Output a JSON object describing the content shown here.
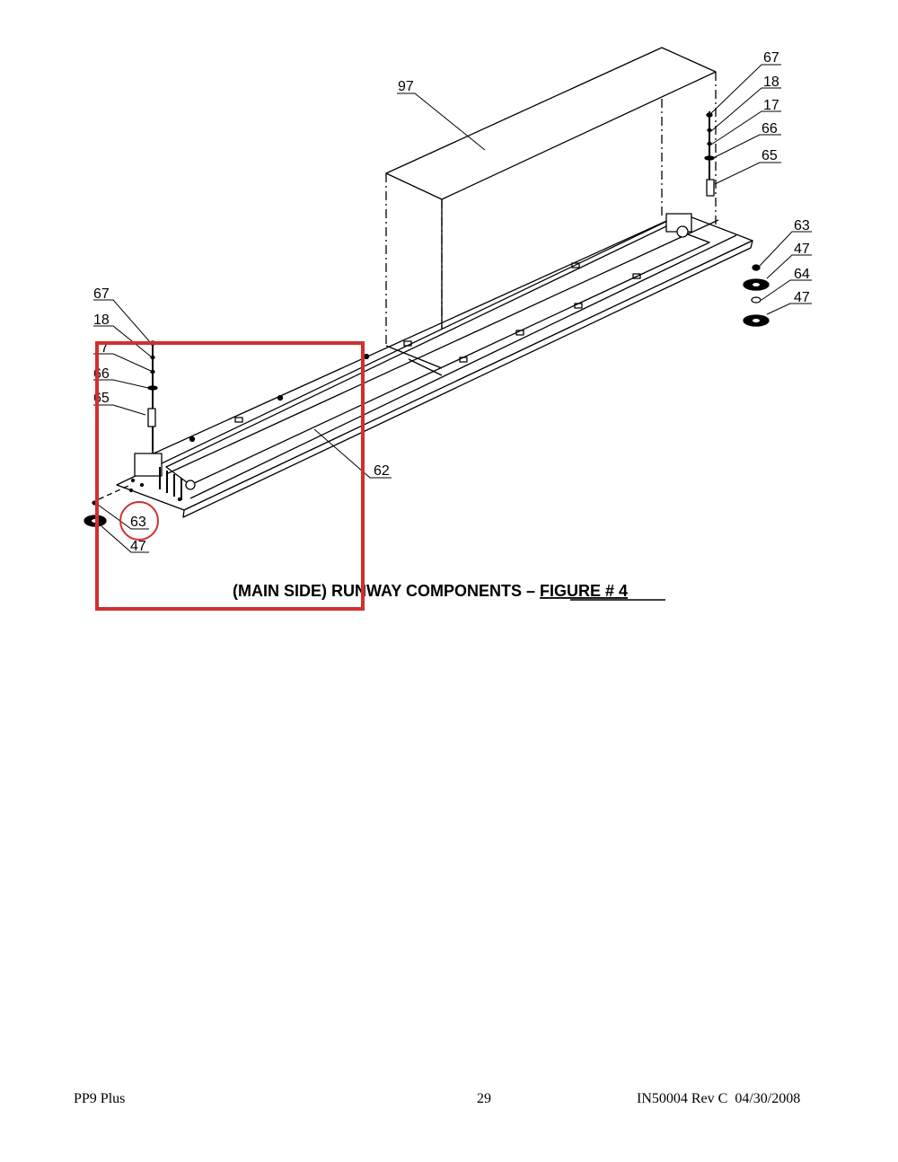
{
  "labels": {
    "l97": "97",
    "r67": "67",
    "r18": "18",
    "r17": "17",
    "r66": "66",
    "r65": "65",
    "r63": "63",
    "r47a": "47",
    "r64": "64",
    "r47b": "47",
    "l67": "67",
    "l18": "18",
    "l17": "7",
    "l66": "66",
    "l65": "65",
    "l62": "62",
    "l63": "63",
    "l47": "47"
  },
  "caption": {
    "prefix": "(MAIN SIDE) RUNWAY COMPONENTS – ",
    "figure": "FIGURE # 4"
  },
  "footer": {
    "left": "PP9 Plus",
    "center": "29",
    "right": "IN50004 Rev C  04/30/2008"
  },
  "colors": {
    "highlight": "#d32f2f",
    "ink": "#000000"
  }
}
